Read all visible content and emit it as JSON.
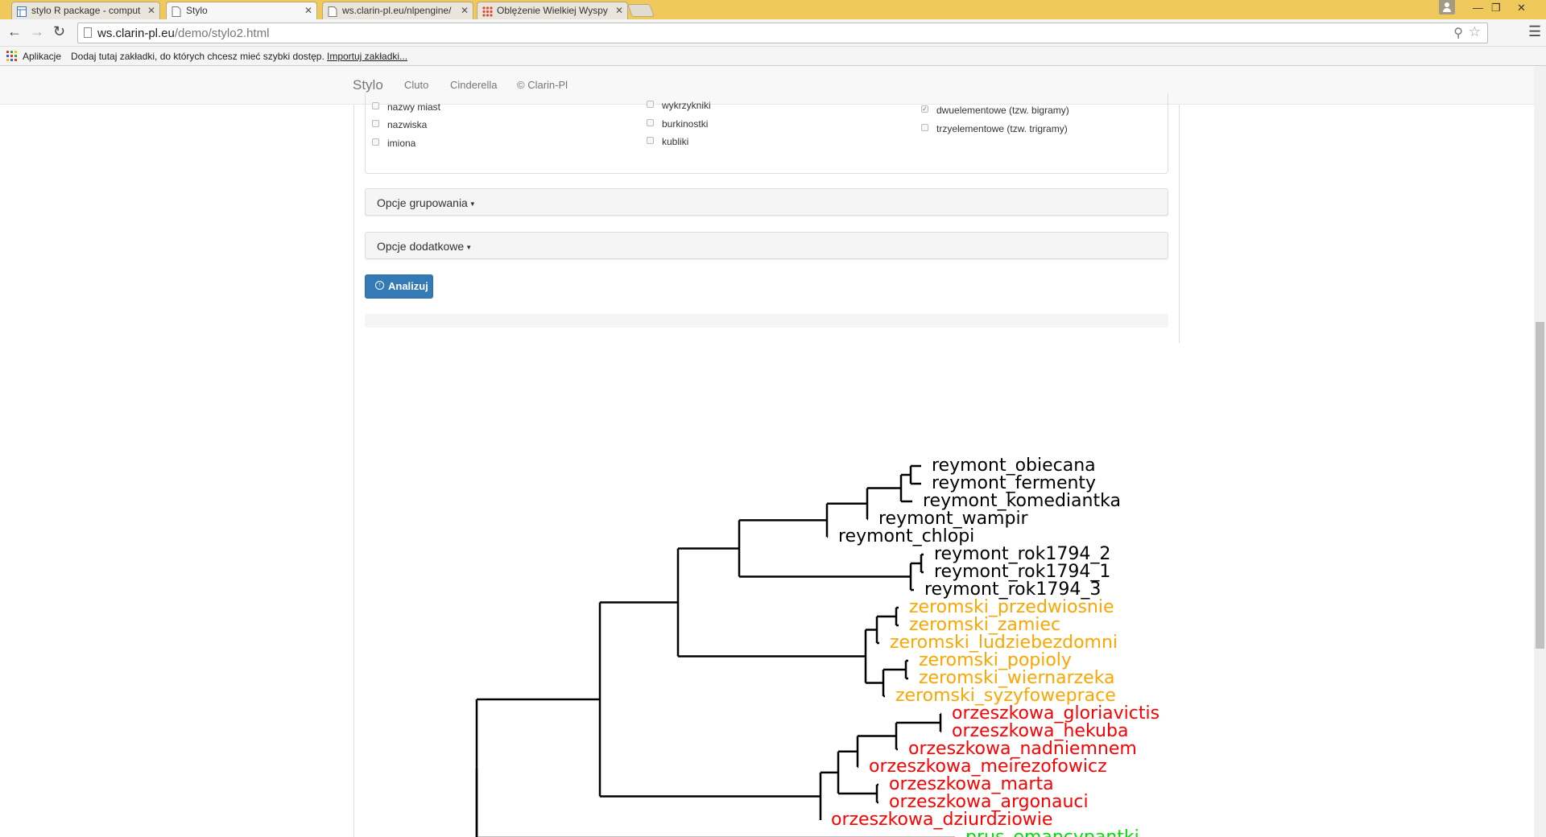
{
  "browser": {
    "tabs": [
      {
        "title": "stylo R package - comput",
        "icon": "table-icon",
        "active": false
      },
      {
        "title": "Stylo",
        "icon": "page-icon",
        "active": true
      },
      {
        "title": "ws.clarin-pl.eu/nlpengine/",
        "icon": "page-icon",
        "active": false
      },
      {
        "title": "Oblężenie Wielkiej Wyspy",
        "icon": "grid-icon",
        "active": false
      }
    ],
    "tab_close": "✕",
    "url_host": "ws.clarin-pl.eu",
    "url_path": "/demo/stylo2.html",
    "bookmarks": {
      "apps_label": "Aplikacje",
      "hint": "Dodaj tutaj zakładki, do których chcesz mieć szybki dostęp.",
      "import_link": "Importuj zakładki..."
    }
  },
  "navbar": {
    "brand": "Stylo",
    "items": [
      "Cluto",
      "Cinderella",
      "© Clarin-Pl"
    ]
  },
  "features": {
    "col1": [
      {
        "label": "nazwy miast",
        "checked": false
      },
      {
        "label": "nazwiska",
        "checked": false
      },
      {
        "label": "imiona",
        "checked": false
      }
    ],
    "col2": [
      {
        "label": "wykrzykniki",
        "checked": false
      },
      {
        "label": "burkinostki",
        "checked": false
      },
      {
        "label": "kubliki",
        "checked": false
      }
    ],
    "col3": [
      {
        "label": "dwuelementowe (tzw. bigramy)",
        "checked": true
      },
      {
        "label": "trzyelementowe (tzw. trigramy)",
        "checked": false
      }
    ]
  },
  "sections": {
    "grouping": "Opcje grupowania",
    "additional": "Opcje dodatkowe"
  },
  "analyze_button": "Analizuj",
  "dendrogram": {
    "colors": {
      "reymont": "#000000",
      "zeromski": "#ffa500",
      "orzeszkowa": "#ff0000",
      "prus": "#00e000"
    },
    "leaves": [
      {
        "label": "reymont_obiecana",
        "group": "reymont"
      },
      {
        "label": "reymont_fermenty",
        "group": "reymont"
      },
      {
        "label": "reymont_komediantka",
        "group": "reymont"
      },
      {
        "label": "reymont_wampir",
        "group": "reymont"
      },
      {
        "label": "reymont_chlopi",
        "group": "reymont"
      },
      {
        "label": "reymont_rok1794_2",
        "group": "reymont"
      },
      {
        "label": "reymont_rok1794_1",
        "group": "reymont"
      },
      {
        "label": "reymont_rok1794_3",
        "group": "reymont"
      },
      {
        "label": "zeromski_przedwiosnie",
        "group": "zeromski"
      },
      {
        "label": "zeromski_zamiec",
        "group": "zeromski"
      },
      {
        "label": "zeromski_ludziebezdomni",
        "group": "zeromski"
      },
      {
        "label": "zeromski_popioly",
        "group": "zeromski"
      },
      {
        "label": "zeromski_wiernarzeka",
        "group": "zeromski"
      },
      {
        "label": "zeromski_syzyfoweprace",
        "group": "zeromski"
      },
      {
        "label": "orzeszkowa_gloriavictis",
        "group": "orzeszkowa"
      },
      {
        "label": "orzeszkowa_hekuba",
        "group": "orzeszkowa"
      },
      {
        "label": "orzeszkowa_nadniemnem",
        "group": "orzeszkowa"
      },
      {
        "label": "orzeszkowa_meirezofowicz",
        "group": "orzeszkowa"
      },
      {
        "label": "orzeszkowa_marta",
        "group": "orzeszkowa"
      },
      {
        "label": "orzeszkowa_argonauci",
        "group": "orzeszkowa"
      },
      {
        "label": "orzeszkowa_dziurdziowie",
        "group": "orzeszkowa"
      },
      {
        "label": "prus_emancypantki",
        "group": "prus"
      }
    ]
  }
}
